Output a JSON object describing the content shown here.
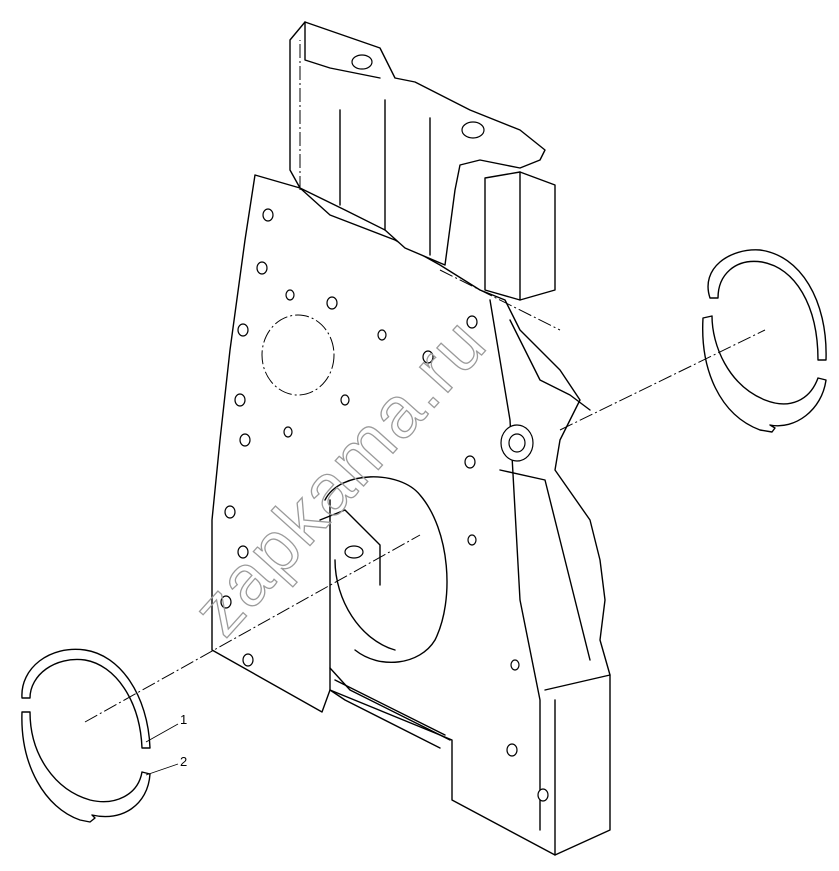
{
  "watermark": {
    "text": "zapkama.ru"
  },
  "callouts": [
    {
      "id": "1",
      "label": "1"
    },
    {
      "id": "2",
      "label": "2"
    }
  ]
}
